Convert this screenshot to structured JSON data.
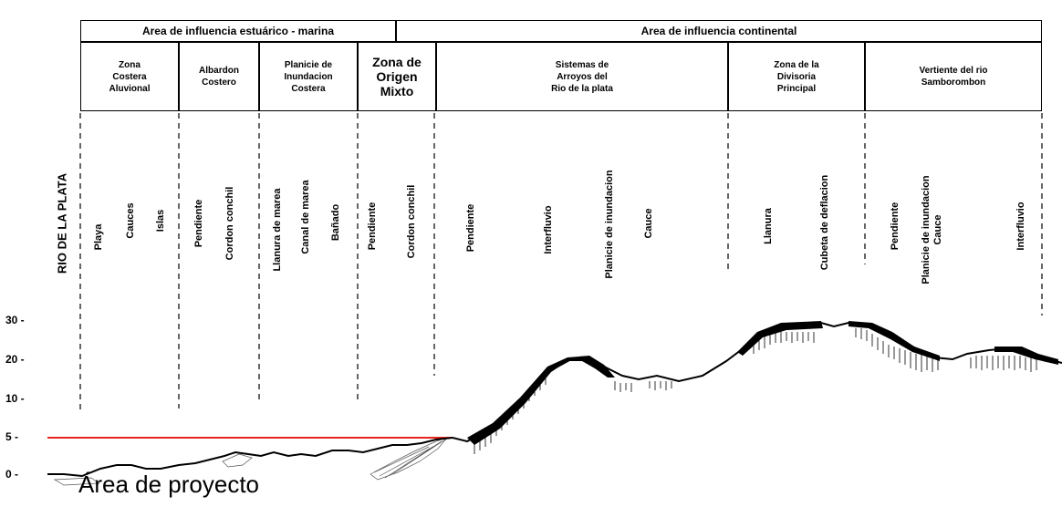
{
  "header": {
    "estuarine": "Area de influencia estuárico - marina",
    "continental": "Area de influencia continental"
  },
  "zones": [
    {
      "name": "Zona\nCostera\nAluvional"
    },
    {
      "name": "Albardon\nCostero"
    },
    {
      "name": "Planicie de\nInundacion\nCostera"
    },
    {
      "name": "Zona de\nOrigen\nMixto"
    },
    {
      "name": "Sistemas de\nArroyos del\nRio de la plata"
    },
    {
      "name": "Zona de la\nDivisoria\nPrincipal"
    },
    {
      "name": "Vertiente del rio\nSamborombon"
    }
  ],
  "river_label": "RIO DE LA PLATA",
  "units": [
    "Playa",
    "Cauces",
    "Islas",
    "Pendiente",
    "Cordon conchil",
    "Llanura de marea",
    "Canal de marea",
    "Bañado",
    "Pendiente",
    "Cordon conchil",
    "Pendiente",
    "Interfluvio",
    "Planicie de inundacion",
    "Cauce",
    "Llanura",
    "Cubeta de deflacion",
    "Pendiente",
    "Planicie de inundacion\nCauce",
    "Interfluvio"
  ],
  "y_ticks": [
    "30 -",
    "20 -",
    "10 -",
    "5 -",
    "0 -"
  ],
  "project_label": "Área de proyecto",
  "colors": {
    "reference_line": "#e8231d",
    "ink": "#000000"
  }
}
